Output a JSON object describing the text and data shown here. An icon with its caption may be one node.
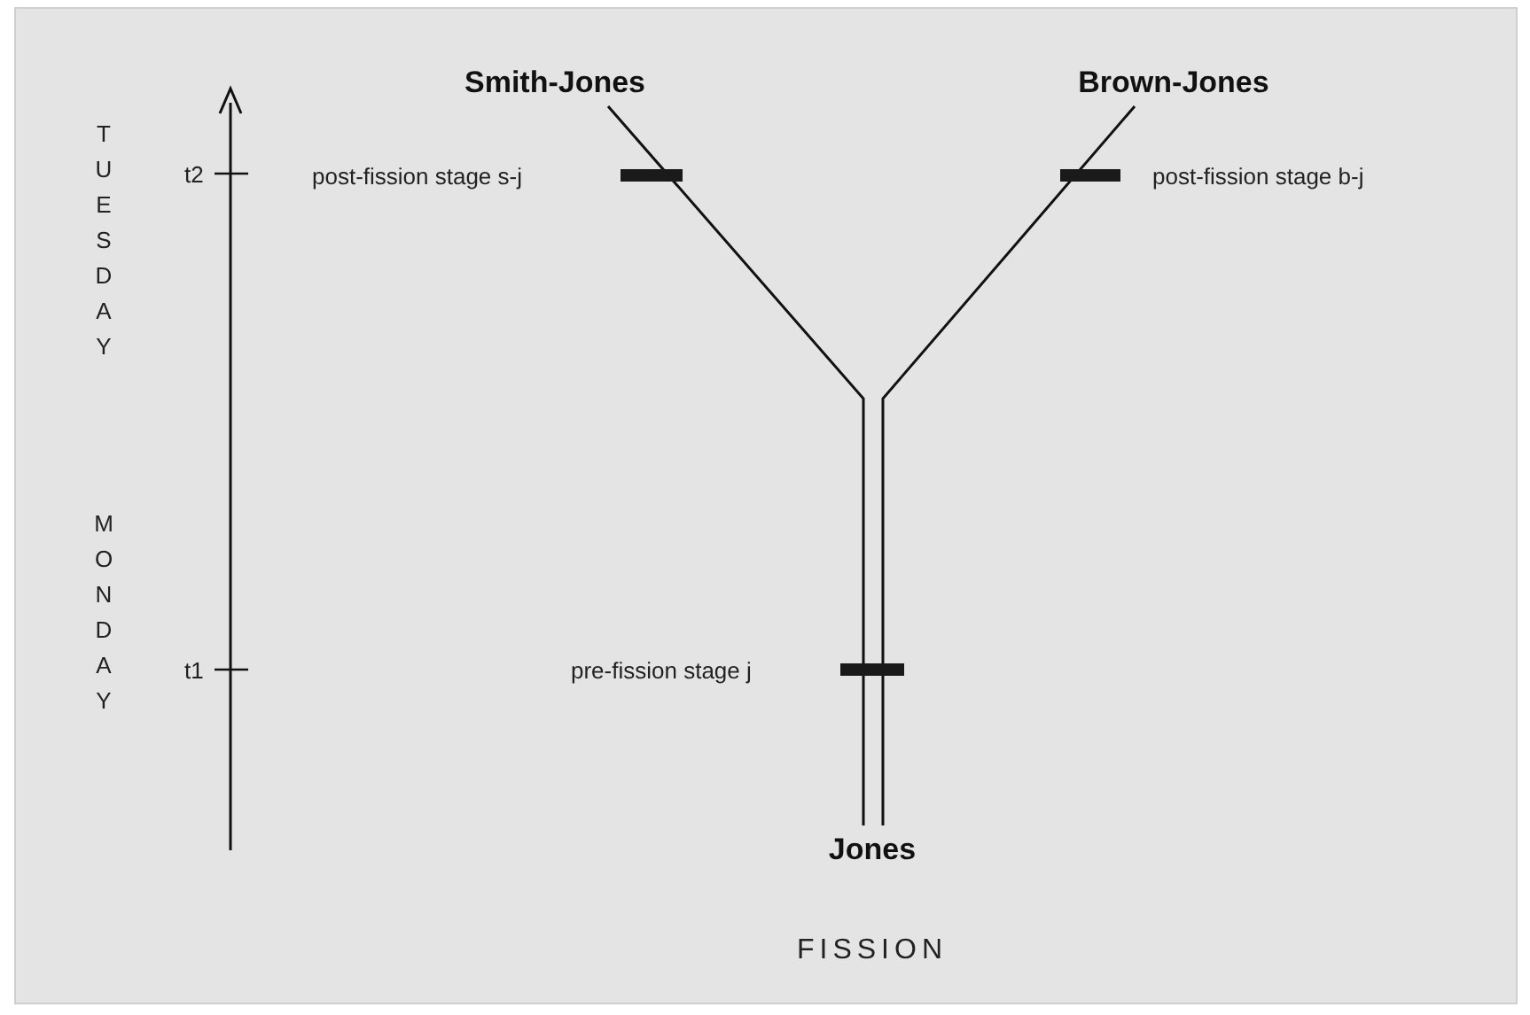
{
  "diagram": {
    "caption": "FISSION",
    "nodes": [
      {
        "text": [
          "Smith-Jones"
        ]
      },
      {
        "text": [
          "Brown-Jones"
        ]
      },
      {
        "text": [
          "Jones"
        ]
      }
    ],
    "edges": [
      {
        "from": 2,
        "to": 0,
        "arrow": "none"
      },
      {
        "from": 2,
        "to": 1,
        "arrow": "none"
      }
    ],
    "labels": [
      "TUESDAY",
      "MONDAY",
      "t2",
      "t1",
      "post-fission stage s-j",
      "post-fission stage b-j",
      "pre-fission stage j"
    ]
  }
}
